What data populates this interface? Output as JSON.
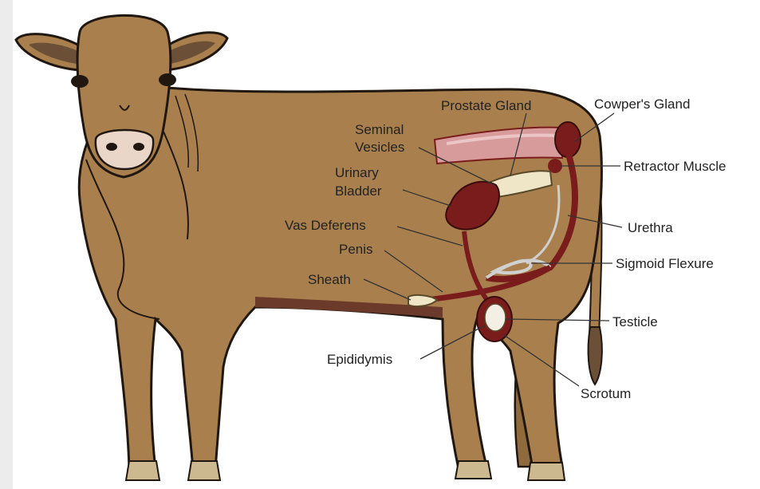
{
  "colors": {
    "body": "#a9804d",
    "body_stroke": "#1f1710",
    "organ": "#7a1c1c",
    "organ_light": "#c97a7a",
    "gland_cream": "#efe6c8",
    "hoof": "#cdb98f",
    "muzzle": "#ead6c9",
    "label_text": "#222222",
    "leader_line": "#333333"
  },
  "labels": {
    "prostate_gland": "Prostate Gland",
    "cowpers_gland": "Cowper's Gland",
    "seminal_vesicles_line1": "Seminal",
    "seminal_vesicles_line2": "Vesicles",
    "urinary_bladder_line1": "Urinary",
    "urinary_bladder_line2": "Bladder",
    "retractor_muscle": "Retractor Muscle",
    "vas_deferens": "Vas Deferens",
    "urethra": "Urethra",
    "penis": "Penis",
    "sigmoid_flexure": "Sigmoid Flexure",
    "sheath": "Sheath",
    "testicle": "Testicle",
    "epididymis": "Epididymis",
    "scrotum": "Scrotum"
  }
}
